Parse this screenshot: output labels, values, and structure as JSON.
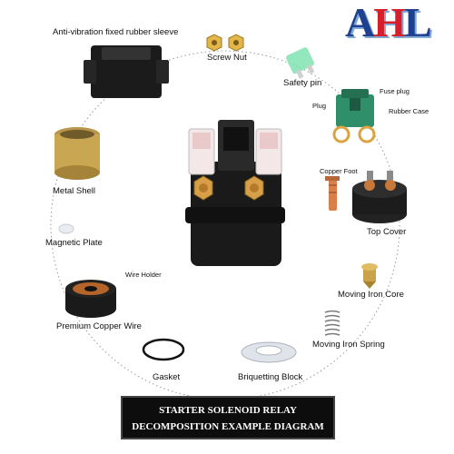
{
  "logo": {
    "letters": [
      "A",
      "H",
      "L"
    ]
  },
  "labels": {
    "rubber_sleeve": "Anti-vibration fixed rubber sleeve",
    "screw_nut": "Screw Nut",
    "safety_pin": "Safety pin",
    "fuse_plug": "Fuse plug",
    "plug": "Plug",
    "rubber_case": "Rubber Case",
    "copper_foot": "Copper Foot",
    "top_cover": "Top Cover",
    "moving_iron_core": "Moving Iron Core",
    "moving_iron_spring": "Moving Iron Spring",
    "briquetting_block": "Briquetting Block",
    "gasket": "Gasket",
    "premium_copper_wire": "Premium Copper Wire",
    "wire_holder": "Wire Holder",
    "magnetic_plate": "Magnetic Plate",
    "metal_shell": "Metal Shell"
  },
  "banner": {
    "line1": "STARTER SOLENOID RELAY",
    "line2": "DECOMPOSITION EXAMPLE DIAGRAM"
  },
  "colors": {
    "logo_blue": "#1f3f8f",
    "logo_red": "#d61f2a",
    "banner_bg": "#0d0d0d",
    "relay_body": "#1a1a1a",
    "copper": "#c8793a",
    "gold": "#d9a441",
    "green_case": "#2f8f6a",
    "safety_pin_green": "#7fe3b0"
  }
}
